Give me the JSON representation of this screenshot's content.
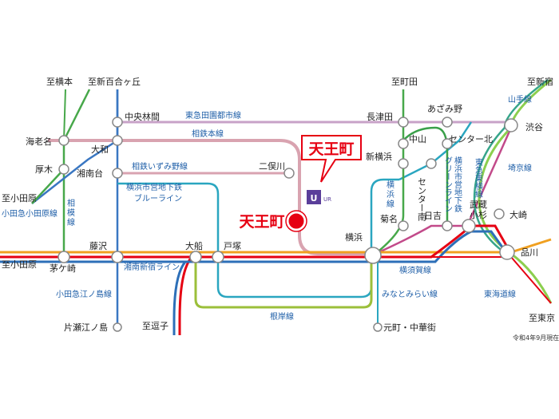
{
  "highlight": {
    "station": "天王町",
    "callout": "天王町",
    "company_mark": "UR",
    "color": "#e60012"
  },
  "stations": {
    "ebina": "海老名",
    "atsugi": "厚木",
    "yamato": "大和",
    "shonandai": "湘南台",
    "chuorinkan": "中央林間",
    "fujisawa": "藤沢",
    "chigasaki": "茅ケ崎",
    "ofuna": "大船",
    "totsuka": "戸塚",
    "futamatagawa": "二俣川",
    "yokohama": "横浜",
    "shin_yokohama": "新横浜",
    "kikuna": "菊名",
    "nagatsuta": "長津田",
    "azamino": "あざみ野",
    "nakayama": "中山",
    "center_kita": "センター北",
    "center_minami": "センター南",
    "hiyoshi": "日吉",
    "musashikosugi_1": "武蔵",
    "musashikosugi_2": "小杉",
    "shibuya": "渋谷",
    "osaki": "大崎",
    "shinagawa": "品川",
    "katase_enoshima": "片瀬江ノ島",
    "motomachi": "元町・中華街"
  },
  "directions": {
    "to_yokohama_line": "至横本",
    "to_shinyurigaoka": "至新百合ヶ丘",
    "to_machida": "至町田",
    "to_shinjuku": "至新宿",
    "to_odawara_1": "至小田原",
    "to_odawara_2": "至小田原",
    "to_zushi": "至逗子",
    "to_tokyo": "至東京"
  },
  "lines": {
    "denentoshi": "東急田園都市線",
    "sotetsu": "相鉄本線",
    "sotetsu_izumino": "相鉄いずみ野線",
    "blueline_1": "横浜市営地下鉄",
    "blueline_2": "ブルーライン",
    "odakyu_odawara": "小田急小田原線",
    "sagami": [
      "相",
      "模",
      "線"
    ],
    "shonan_shinjuku": "湘南新宿ライン",
    "odakyu_enoshima": "小田急江ノ島線",
    "negishi": "根岸線",
    "yokosuka": "横須賀線",
    "minatomirai": "みなとみらい線",
    "yokohama_line": [
      "横",
      "浜",
      "線"
    ],
    "greenline": [
      "横浜市営地下鉄",
      "グリーンライン"
    ],
    "toyoko": "東急東横線",
    "yamanote": "山手線",
    "saikyo": "埼京線",
    "tokaido": "東海道線"
  },
  "note": "令和4年9月現在",
  "colors": {
    "denentoshi": "#c8a2c8",
    "sotetsu": "#d9a3b0",
    "blueline": "#2aa6c0",
    "odakyu": "#3a77c2",
    "sagami": "#47a84a",
    "jr_red": "#e60012",
    "jr_orange": "#f0a020",
    "negishi": "#9bbf3a",
    "yokosuka": "#2d6fb8",
    "yamanote": "#8ccf4e",
    "greenline": "#3aa04a",
    "saikyo": "#36a58a",
    "text_blue": "#1f5fa8"
  }
}
